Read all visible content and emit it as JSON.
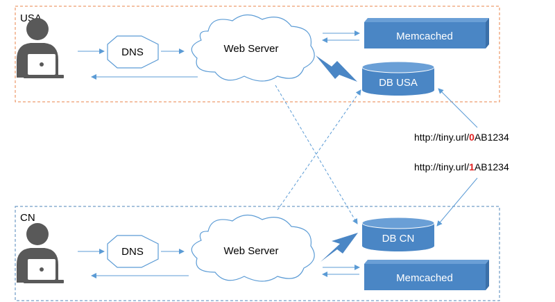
{
  "regions": {
    "usa": {
      "label": "USA",
      "border_color": "#E8834A"
    },
    "cn": {
      "label": "CN",
      "border_color": "#4F86B8"
    }
  },
  "nodes": {
    "usa_dns": "DNS",
    "usa_web_server": "Web Server",
    "usa_memcached": "Memcached",
    "usa_db": "DB USA",
    "cn_dns": "DNS",
    "cn_web_server": "Web Server",
    "cn_memcached": "Memcached",
    "cn_db": "DB CN"
  },
  "urls": [
    {
      "prefix": "http://tiny.url/",
      "shard": "0",
      "suffix": "AB1234"
    },
    {
      "prefix": "http://tiny.url/",
      "shard": "1",
      "suffix": "AB1234"
    }
  ],
  "colors": {
    "arrow": "#5B9BD5",
    "box_fill": "#4A86C5",
    "db_fill": "#4A86C5",
    "shard_highlight": "#E02020",
    "user_icon": "#595959"
  },
  "icons": {
    "user": "user-laptop-icon"
  }
}
